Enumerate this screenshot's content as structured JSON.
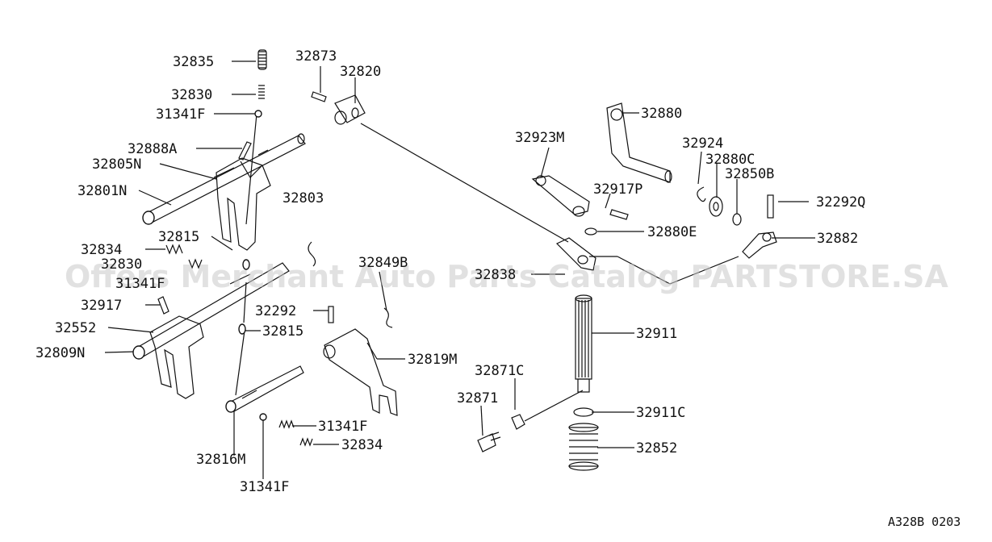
{
  "diagram": {
    "code": "A328B 0203",
    "watermark": "Offers Merchant Auto Parts Catalog PARTSTORE.SA",
    "labels": {
      "l32835": "32835",
      "l32830a": "32830",
      "l31341Fa": "31341F",
      "l32888A": "32888A",
      "l32805N": "32805N",
      "l32801N": "32801N",
      "l32834a": "32834",
      "l32830b": "32830",
      "l31341Fb": "31341F",
      "l32917": "32917",
      "l32552": "32552",
      "l32809N": "32809N",
      "l32815a": "32815",
      "l32803": "32803",
      "l32873": "32873",
      "l32820": "32820",
      "l32849B": "32849B",
      "l32292": "32292",
      "l32815b": "32815",
      "l32819M": "32819M",
      "l31341Fc": "31341F",
      "l32834b": "32834",
      "l32816M": "32816M",
      "l31341Fd": "31341F",
      "l32871C": "32871C",
      "l32871": "32871",
      "l32838": "32838",
      "l32911": "32911",
      "l32911C": "32911C",
      "l32852": "32852",
      "l32923M": "32923M",
      "l32880": "32880",
      "l32924": "32924",
      "l32880C": "32880C",
      "l32850B": "32850B",
      "l32917P": "32917P",
      "l32292Q": "32292Q",
      "l32880E": "32880E",
      "l32882": "32882"
    }
  }
}
